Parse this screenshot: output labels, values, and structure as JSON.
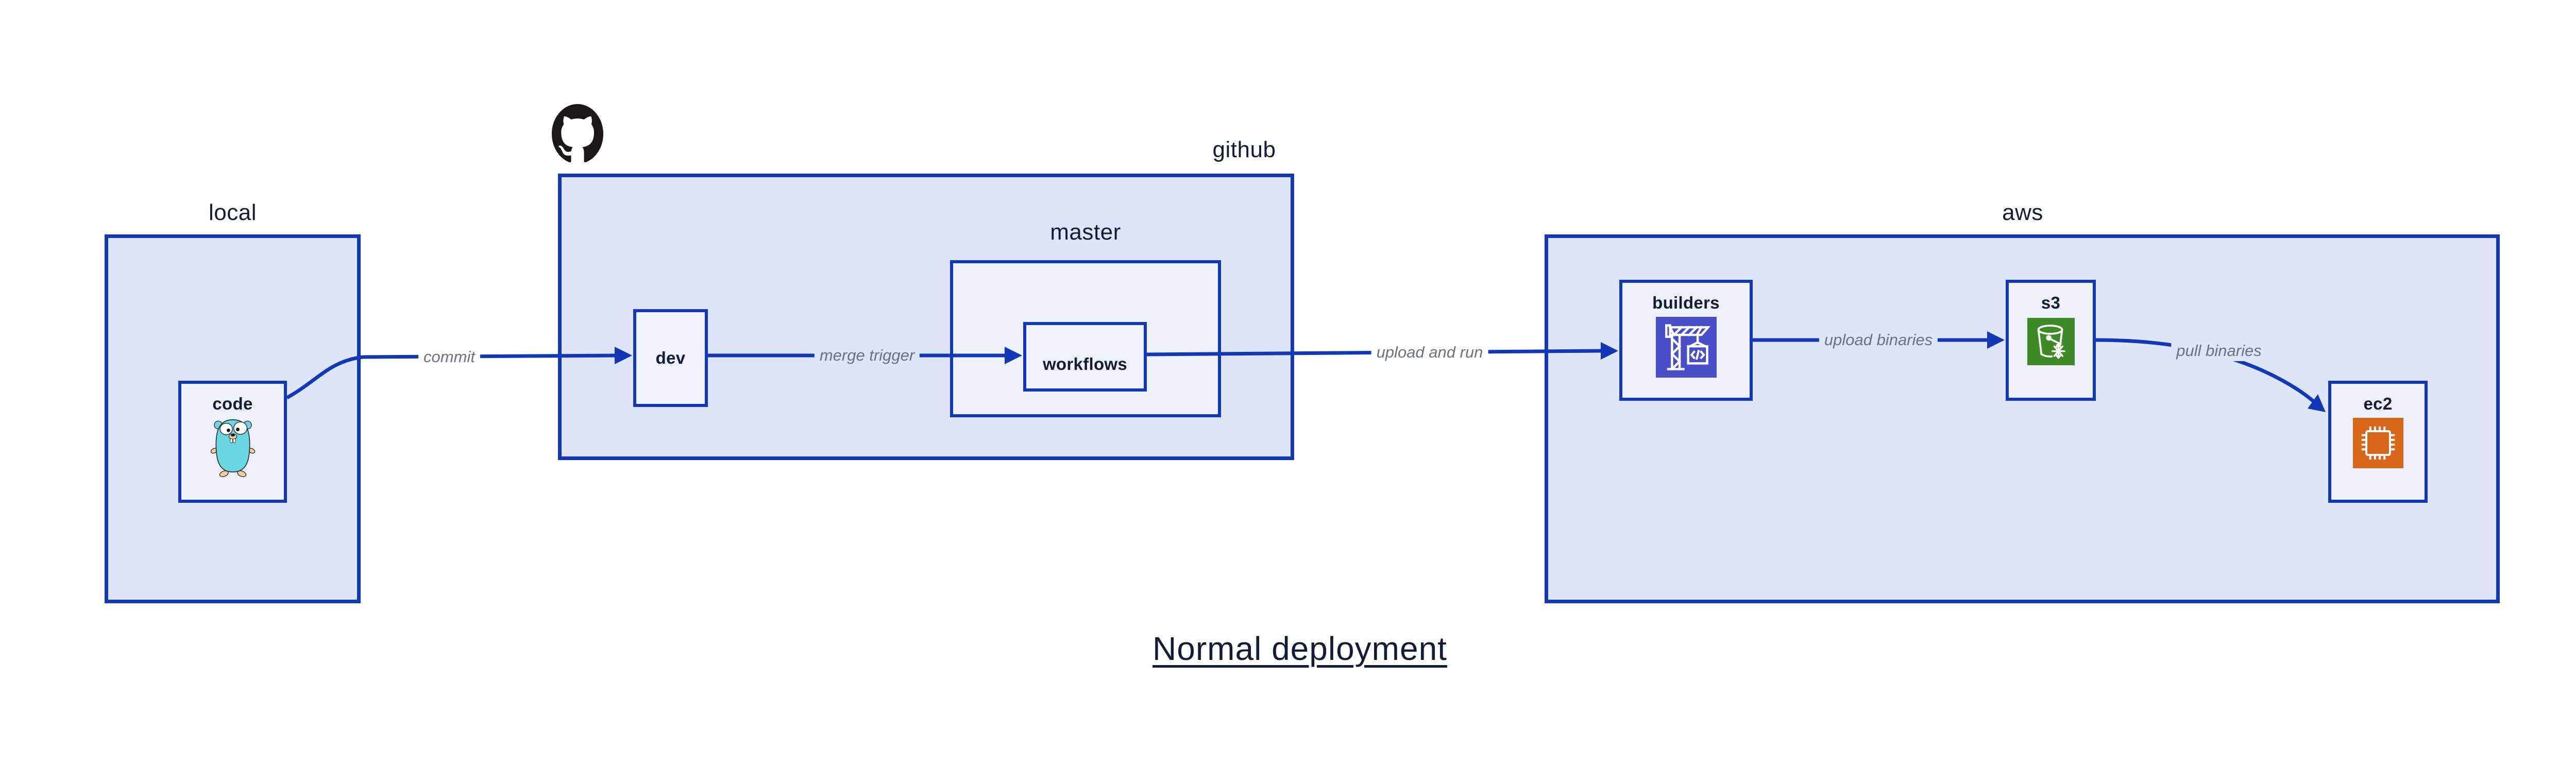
{
  "title": "Normal deployment",
  "groups": {
    "local": {
      "label": "local"
    },
    "github": {
      "label": "github"
    },
    "master": {
      "label": "master"
    },
    "aws": {
      "label": "aws"
    }
  },
  "nodes": {
    "code": {
      "label": "code",
      "icon": "go-gopher-icon"
    },
    "dev": {
      "label": "dev"
    },
    "workflows": {
      "label": "workflows"
    },
    "builders": {
      "label": "builders",
      "icon": "codebuild-crane-icon"
    },
    "s3": {
      "label": "s3",
      "icon": "s3-bucket-snowflake-icon"
    },
    "ec2": {
      "label": "ec2",
      "icon": "cpu-chip-icon"
    }
  },
  "edges": {
    "commit": {
      "label": "commit"
    },
    "merge_trigger": {
      "label": "merge trigger"
    },
    "upload_and_run": {
      "label": "upload and run"
    },
    "upload_binaries": {
      "label": "upload binaries"
    },
    "pull_binaries": {
      "label": "pull binaries"
    }
  },
  "logo": {
    "name": "github-octocat-logo"
  },
  "colors": {
    "stroke_blue": "#1238b8",
    "group_fill": "#dfe5f9",
    "inner_fill": "#eef1fc",
    "node_fill": "#f0f3fd",
    "text_dark": "#131c36",
    "edge_label_gray": "#6a7280",
    "codebuild_indigo": "#4a4fc9",
    "s3_green": "#3d8a26",
    "ec2_orange": "#d9671a",
    "gopher_teal": "#68d7e2",
    "octocat_black": "#191717"
  }
}
